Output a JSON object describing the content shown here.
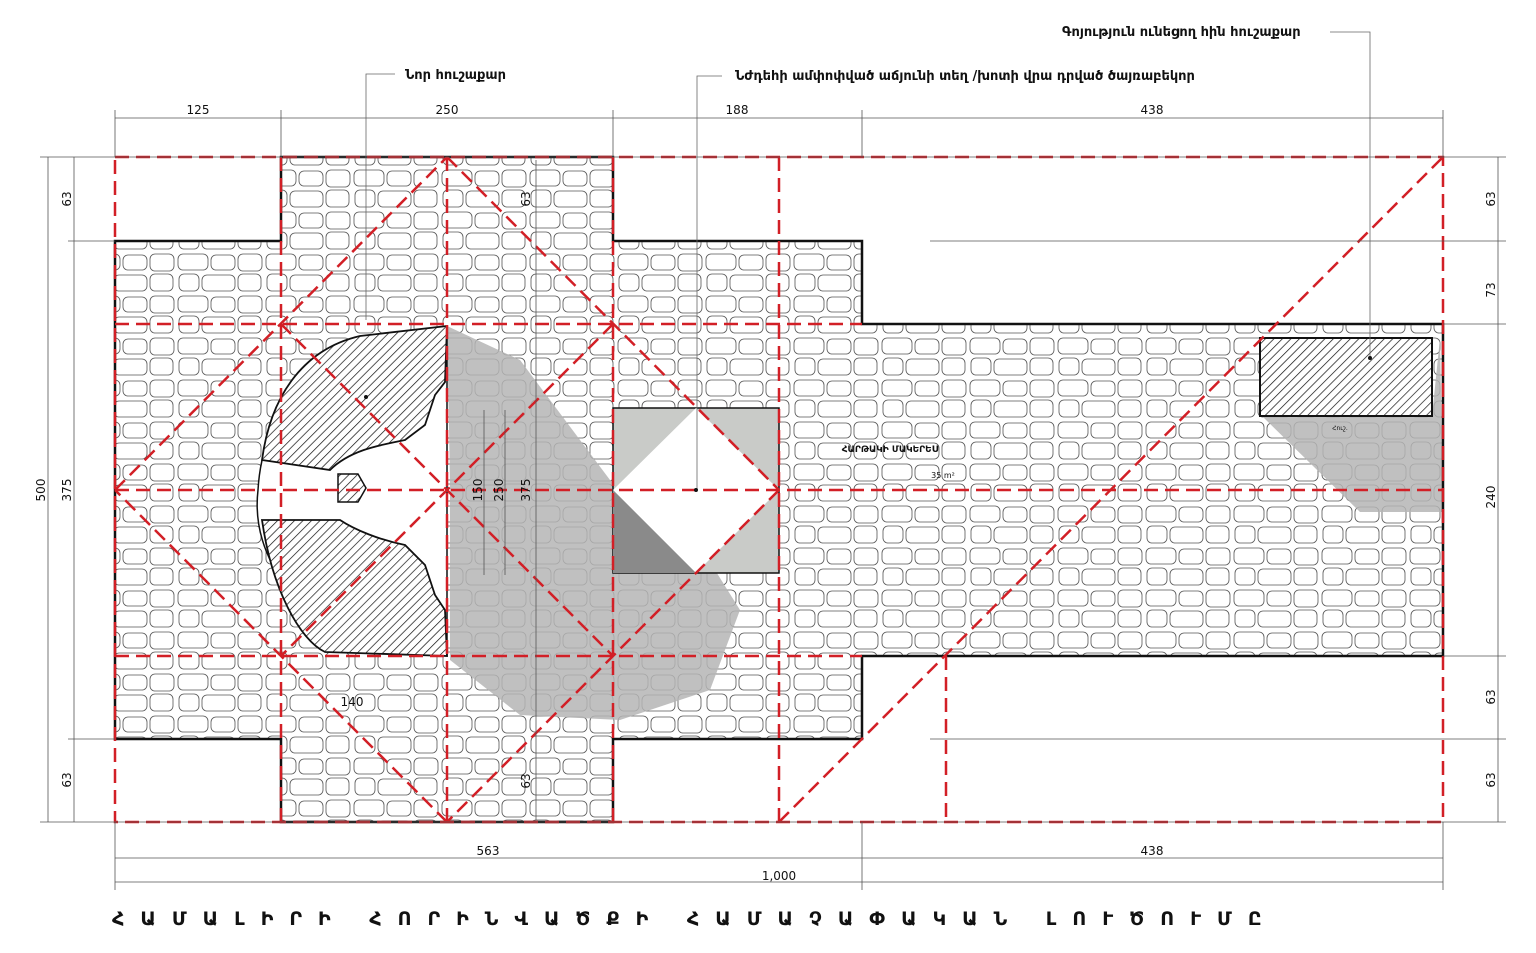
{
  "labels": {
    "new_monument": "Նոր հուշաքար",
    "paving_note": "Նժդեհի ամփոփված աճյունի տեղ /խոտի վրա դրված ծայռաբեկոր",
    "existing_monument": "Գոյություն ունեցող հին հուշաքար",
    "square_area_name": "ՀԱՐԹԱԿԻ ՄԱԿԵՐԵՍ",
    "square_area_value": "35 m²",
    "small_monument_tag": "Հուշ."
  },
  "dimensions": {
    "top": [
      "125",
      "250",
      "188",
      "438"
    ],
    "bottom": [
      "563",
      "438"
    ],
    "total": "1,000",
    "left_total": "500",
    "left_sub": "375",
    "left_top": "63",
    "left_bottom": "63",
    "right": [
      "63",
      "73",
      "240",
      "63",
      "63"
    ],
    "inner_v1": "150",
    "inner_v2": "250",
    "inner_v3": "375",
    "inner_top63": "63",
    "inner_bottom63": "63",
    "inner_140": "140"
  },
  "title": "ՀԱՄԱԼԻՐԻ ՀՈՐԻՆՎԱԾՔԻ ՀԱՄԱՉԱՓԱԿԱՆ ԼՈՒԾՈՒՄԸ",
  "colors": {
    "dash_red": "#d21f26",
    "outline": "#111111",
    "shadow": "#b5b5b5",
    "square_fill": "#c9cbc8"
  }
}
